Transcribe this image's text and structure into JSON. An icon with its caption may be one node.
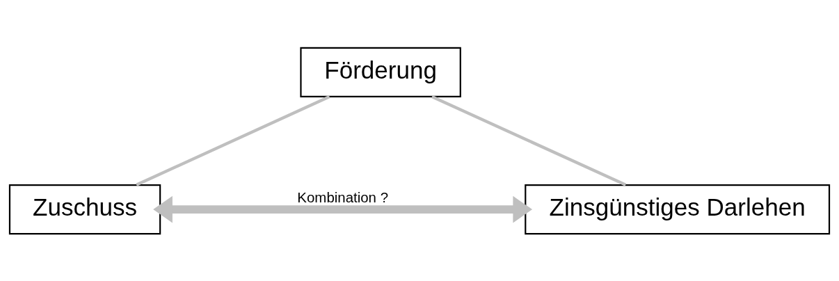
{
  "diagram": {
    "nodes": [
      {
        "text": [
          "Förderung"
        ]
      },
      {
        "text": [
          "Zuschuss"
        ]
      },
      {
        "text": [
          "Zinsgünstiges Darlehen"
        ]
      }
    ],
    "edges": [
      {
        "from": 0,
        "to": 1,
        "arrow": "none"
      },
      {
        "from": 0,
        "to": 2,
        "arrow": "none"
      },
      {
        "from": 1,
        "to": 2,
        "arrow": "both",
        "label": "Kombination ?",
        "style": "thick"
      }
    ]
  }
}
